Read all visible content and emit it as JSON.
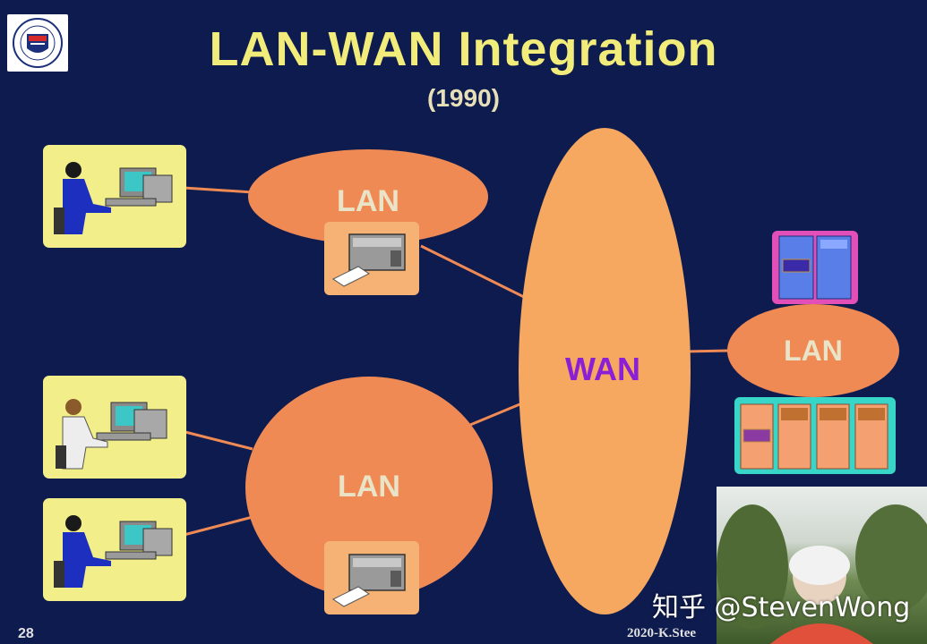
{
  "slide": {
    "title": "LAN-WAN Integration",
    "subtitle": "(1990)",
    "slide_number": "28",
    "footer_text": "2020-K.Stee"
  },
  "network": {
    "lan_top_label": "LAN",
    "lan_bottom_label": "LAN",
    "lan_right_label": "LAN",
    "wan_label": "WAN"
  },
  "overlay": {
    "watermark": "知乎 @StevenWong"
  },
  "colors": {
    "background": "#0d1b4f",
    "title": "#f2ec7a",
    "lan_fill": "#f08a55",
    "wan_fill": "#f6a860",
    "wan_text": "#8a1fd6",
    "lan_text": "#e9e3c7",
    "yellow_panel": "#f2ee8a",
    "printer_panel": "#f6b274",
    "server_pink": "#e34fb9",
    "server_cyan": "#38d6c9"
  }
}
